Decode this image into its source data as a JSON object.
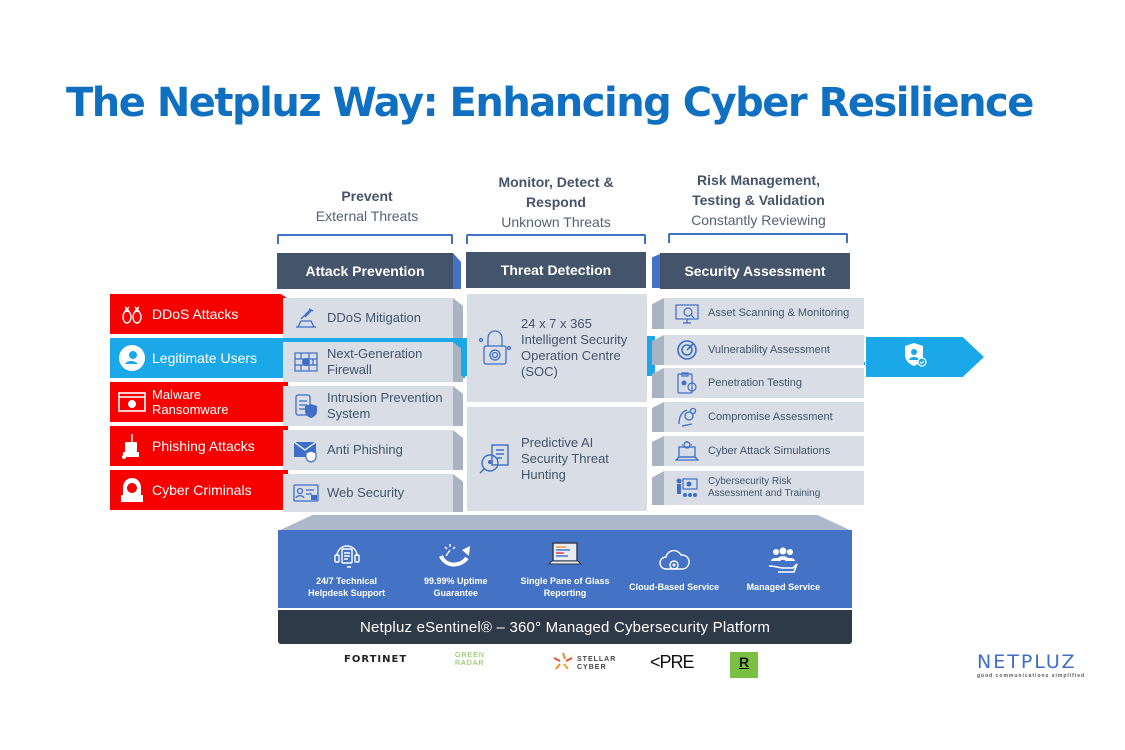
{
  "title": "The Netpluz Way: Enhancing Cyber Resilience",
  "columns": [
    {
      "heading": "Prevent",
      "subheading": "External Threats",
      "pillar": "Attack Prevention"
    },
    {
      "heading": "Monitor, Detect & Respond",
      "subheading": "Unknown Threats",
      "pillar": "Threat Detection"
    },
    {
      "heading": "Risk Management, Testing & Validation",
      "subheading": "Constantly Reviewing",
      "pillar": "Security Assessment"
    }
  ],
  "traffic_sources": [
    {
      "label": "DDoS Attacks",
      "type": "threat",
      "icon": "bomb-icon"
    },
    {
      "label": "Legitimate Users",
      "type": "legitimate",
      "icon": "user-icon"
    },
    {
      "label": "Malware Ransomware",
      "type": "threat",
      "icon": "malware-icon"
    },
    {
      "label": "Phishing Attacks",
      "type": "threat",
      "icon": "phishing-icon"
    },
    {
      "label": "Cyber Criminals",
      "type": "threat",
      "icon": "hacker-icon"
    }
  ],
  "attack_prevention": [
    {
      "label": "DDoS Mitigation",
      "icon": "satellite-dish-icon"
    },
    {
      "label": "Next-Generation Firewall",
      "icon": "firewall-icon"
    },
    {
      "label": "Intrusion Prevention System",
      "icon": "document-shield-icon"
    },
    {
      "label": "Anti Phishing",
      "icon": "envelope-shield-icon"
    },
    {
      "label": "Web Security",
      "icon": "id-card-lock-icon"
    }
  ],
  "threat_detection": [
    {
      "label": "24 x 7 x 365 Intelligent Security Operation Centre (SOC)",
      "icon": "padlock-fingerprint-icon"
    },
    {
      "label": "Predictive AI Security Threat Hunting",
      "icon": "magnifier-document-icon"
    }
  ],
  "security_assessment": [
    {
      "label": "Asset Scanning & Monitoring",
      "icon": "monitor-scan-icon"
    },
    {
      "label": "Vulnerability Assessment",
      "icon": "radar-icon"
    },
    {
      "label": "Penetration Testing",
      "icon": "clipboard-gear-icon"
    },
    {
      "label": "Compromise Assessment",
      "icon": "hand-gear-icon"
    },
    {
      "label": "Cyber Attack Simulations",
      "icon": "laptop-virus-icon"
    },
    {
      "label": "Cybersecurity Risk Assessment and Training",
      "icon": "presentation-icon"
    }
  ],
  "output_icon": "shield-user-check-icon",
  "platform": {
    "features": [
      {
        "label": "24/7 Technical Helpdesk Support",
        "icon": "headset-icon"
      },
      {
        "label": "99.99% Uptime Guarantee",
        "icon": "uptime-arrow-icon"
      },
      {
        "label": "Single Pane of Glass Reporting",
        "icon": "laptop-icon"
      },
      {
        "label": "Cloud-Based Service",
        "icon": "cloud-gear-icon"
      },
      {
        "label": "Managed Service",
        "icon": "people-hand-icon"
      }
    ],
    "name": "Netpluz eSentinel® – 360° Managed Cybersecurity Platform"
  },
  "partners": [
    {
      "name": "FORTINET",
      "color": "#222222"
    },
    {
      "name": "GREEN RADAR",
      "color": "#7ac143"
    },
    {
      "name": "STELLAR CYBER",
      "color": "#444444"
    },
    {
      "name": "<PRE",
      "color": "#111111"
    },
    {
      "name": "R",
      "color": "#111111"
    }
  ],
  "brand": {
    "name": "NETPLUZ",
    "tagline": "good communications simplified",
    "color": "#3f6ec6"
  },
  "colors": {
    "title": "#0f70c2",
    "threat": "#f70000",
    "legitimate": "#1aa8e8",
    "pillar": "#44546a",
    "platform": "#4472c4",
    "platform_bar": "#2f3a48"
  }
}
